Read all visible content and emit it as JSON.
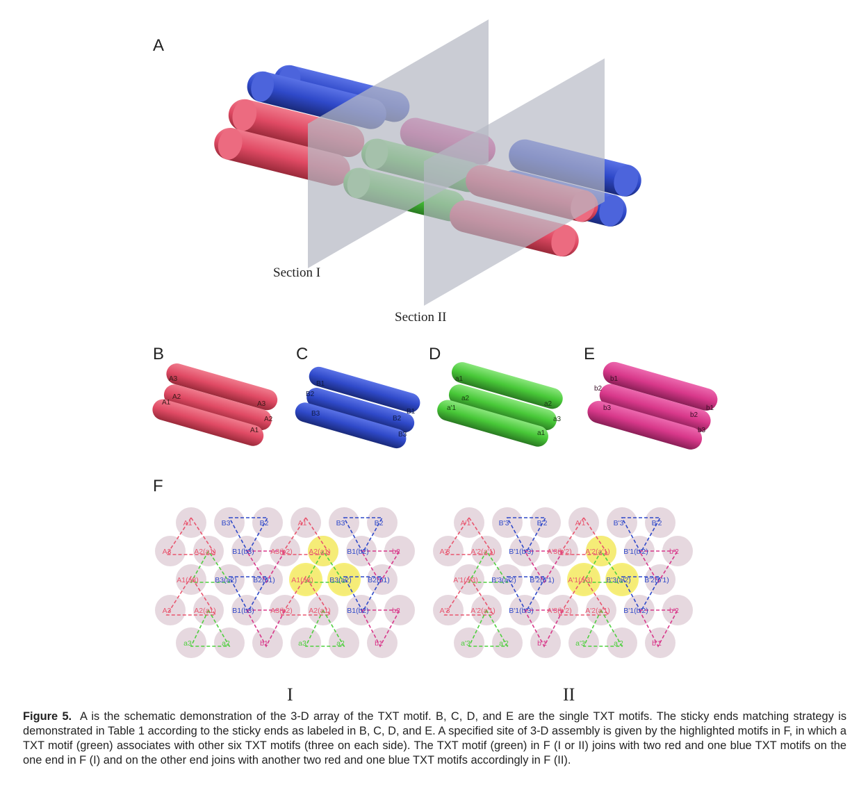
{
  "panels": {
    "A": "A",
    "B": "B",
    "C": "C",
    "D": "D",
    "E": "E",
    "F": "F"
  },
  "sections": {
    "one": "Section I",
    "two": "Section II"
  },
  "lattice_labels": {
    "one": "I",
    "two": "II"
  },
  "motif_labels": {
    "B": [
      "A3",
      "A2",
      "A1",
      "A3",
      "A2",
      "A1"
    ],
    "C": [
      "B1",
      "B2",
      "B3",
      "B1",
      "B2",
      "B3"
    ],
    "D": [
      "a1",
      "a2",
      "a'1",
      "a2",
      "a3",
      "a1"
    ],
    "E": [
      "b1",
      "b2",
      "b3",
      "b1",
      "b2",
      "b3"
    ]
  },
  "grid_I": {
    "row1": [
      "A1",
      "B3",
      "B2",
      "A1",
      "B3",
      "B2"
    ],
    "row2": [
      "A3",
      "A2(a1)",
      "B1(b3)",
      "A3(b2)",
      "A2(a1)",
      "B1(b2)",
      "b2"
    ],
    "row3": [
      "A1(a3)",
      "B3(a2)",
      "B2(b1)",
      "A1(a3)",
      "B3(a2)",
      "B2(b1)"
    ],
    "row4": [
      "A3",
      "A2(a1)",
      "B1(b3)",
      "A3(b2)",
      "A2(a1)",
      "B1(b2)",
      "b2"
    ],
    "row5": [
      "a3",
      "a2",
      "b1",
      "a3",
      "a2",
      "b1"
    ]
  },
  "grid_II": {
    "row1": [
      "A'1",
      "B'3",
      "B'2",
      "A'1",
      "B'3",
      "B'2"
    ],
    "row2": [
      "A'3",
      "A'2(a'1)",
      "B'1(b'3)",
      "A'3(b'2)",
      "A'2(a'1)",
      "B'1(b'2)",
      "b'2"
    ],
    "row3": [
      "A'1(a'3)",
      "B'3(a'2)",
      "B'2(b'1)",
      "A'1(a'3)",
      "B'3(a'2)",
      "B'2(b'1)"
    ],
    "row4": [
      "A'3",
      "A'2(a'1)",
      "B'1(b'3)",
      "A'3(b'2)",
      "A'2(a'1)",
      "B'1(b'2)",
      "b'2"
    ],
    "row5": [
      "a'3",
      "a'2",
      "b'1",
      "a'3",
      "a'2",
      "b'1"
    ]
  },
  "colors": {
    "red": "#e8556e",
    "blue": "#2f49c9",
    "green": "#4fcf3f",
    "magenta": "#d8388a",
    "plane": "#b5b8c4",
    "highlight": "#f6ee6c"
  },
  "caption": {
    "figure_label": "Figure 5.",
    "text": "A is the schematic demonstration of the 3-D array of the TXT motif. B, C, D, and E are the single TXT motifs. The sticky ends matching strategy is demonstrated in Table 1 according to the sticky ends as labeled in B, C, D, and E. A specified site of 3-D assembly is given by the highlighted motifs in F, in which a TXT motif (green) associates with other six TXT motifs (three on each side). The TXT motif (green) in F (I or II) joins with two red and one blue TXT motifs on the one end in F (I) and on the other end joins with another two red and one blue TXT motifs accordingly in F (II)."
  }
}
